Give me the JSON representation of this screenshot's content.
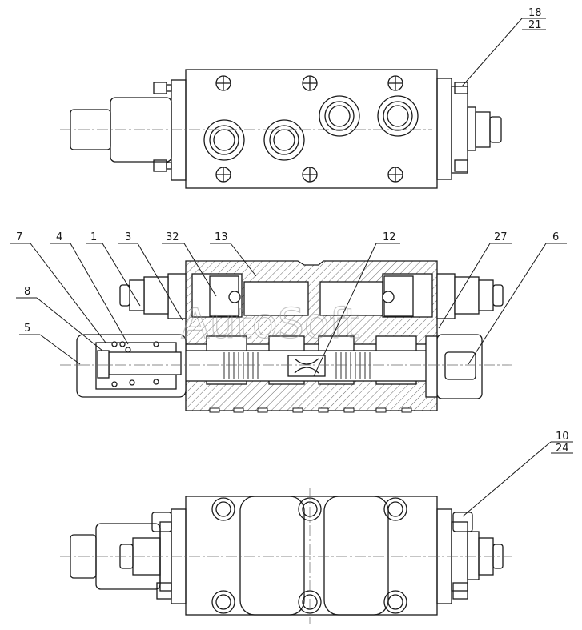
{
  "watermark": "AutoSoft",
  "callouts": {
    "top_right_upper": "18",
    "top_right_lower": "21",
    "c7": "7",
    "c4": "4",
    "c1": "1",
    "c3": "3",
    "c32": "32",
    "c13": "13",
    "c12": "12",
    "c27": "27",
    "c6": "6",
    "c8": "8",
    "c5": "5",
    "bottom_right_upper": "10",
    "bottom_right_lower": "24"
  },
  "colors": {
    "line": "#1a1a1a",
    "hatch": "#444444",
    "centerline": "#666666",
    "watermark": "#9a9a9a"
  }
}
